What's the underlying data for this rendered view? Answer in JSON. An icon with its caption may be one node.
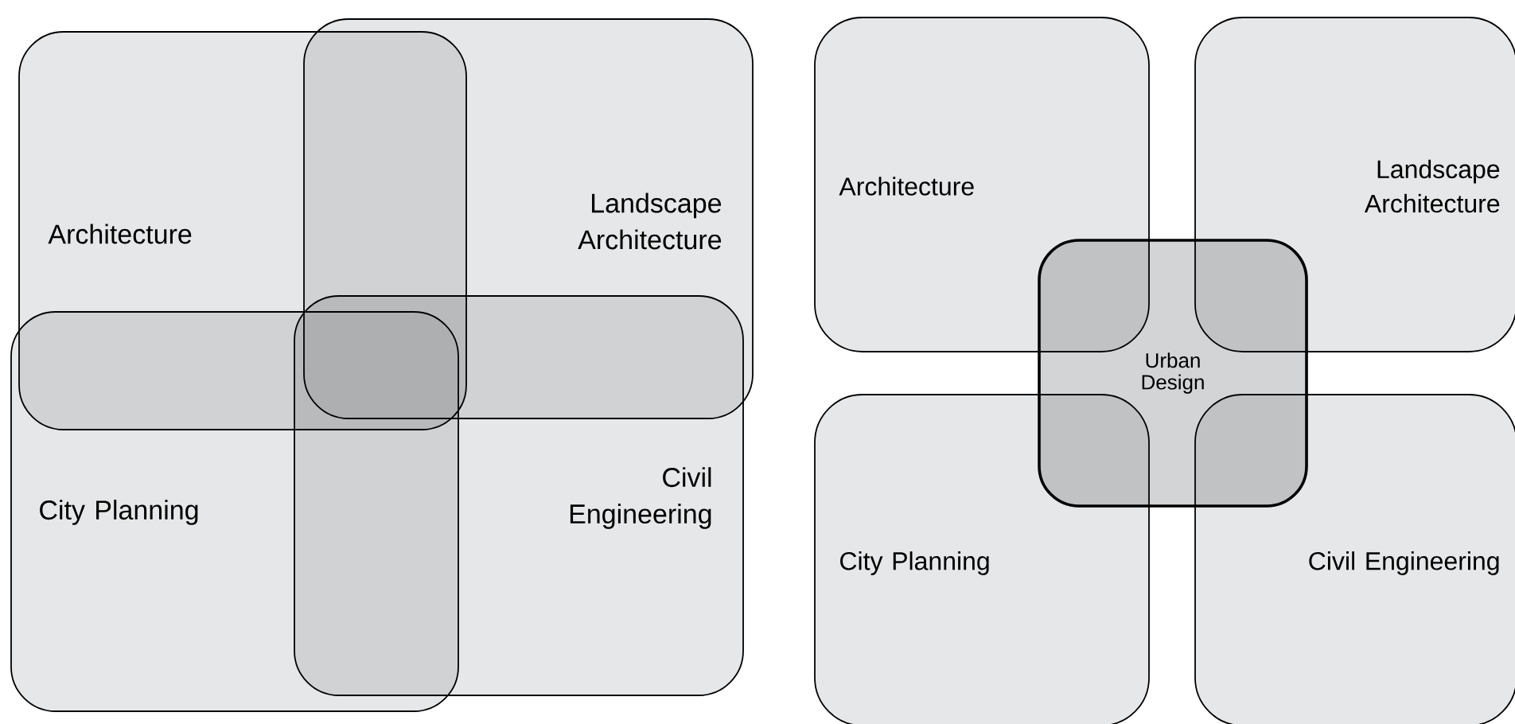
{
  "diagram": {
    "nodes": [
      {
        "text": [
          "Architecture"
        ]
      },
      {
        "text": [
          "Landscape Architecture"
        ]
      },
      {
        "text": [
          "City Planning"
        ]
      },
      {
        "text": [
          "Civil Engineering"
        ]
      },
      {
        "text": [
          "Architecture"
        ]
      },
      {
        "text": [
          "Landscape Architecture"
        ]
      },
      {
        "text": [
          "City Planning"
        ]
      },
      {
        "text": [
          "Civil Engineering"
        ]
      },
      {
        "text": [
          "Urban Design"
        ]
      }
    ]
  }
}
